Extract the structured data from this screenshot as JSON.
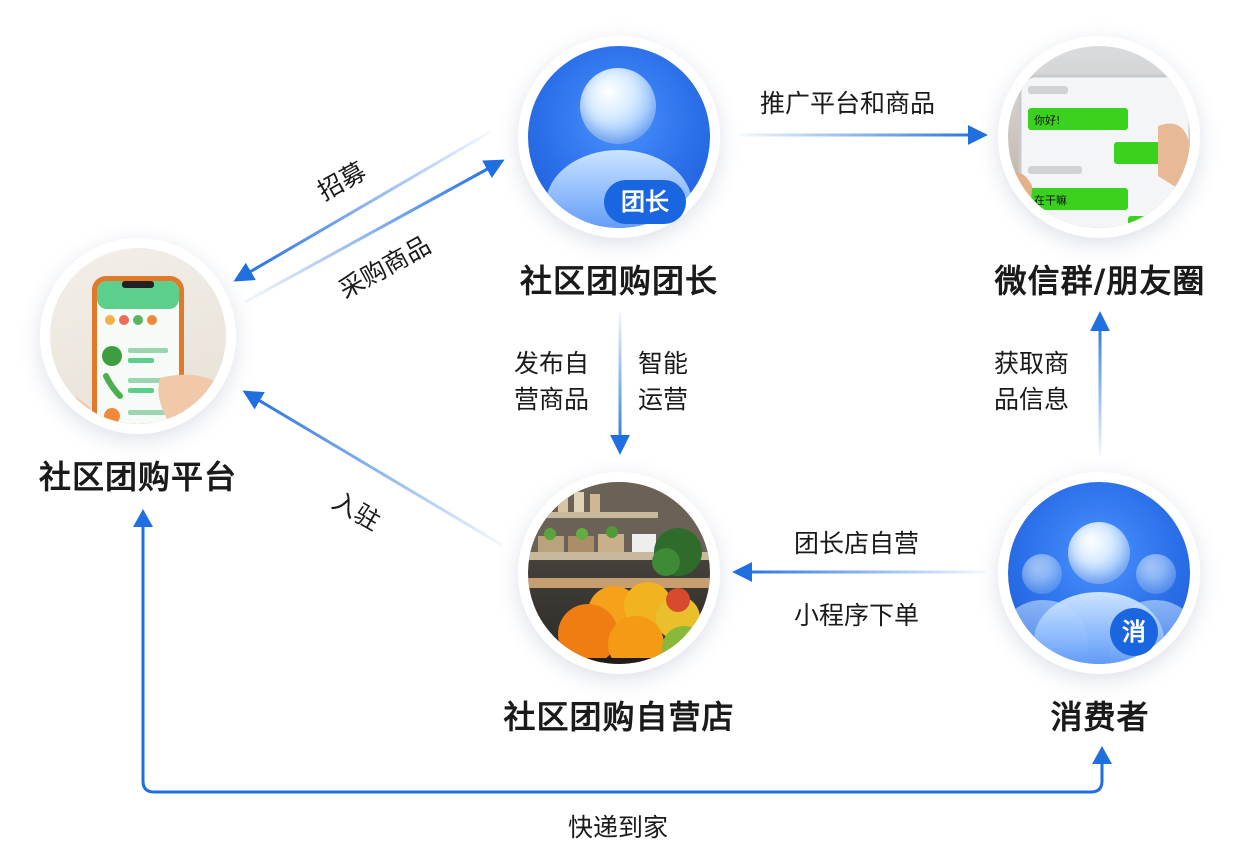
{
  "colors": {
    "arrow_blue": "#1f6fe0",
    "badge_blue": "#1a66e0",
    "chat_green": "#3ad11f"
  },
  "nodes": {
    "platform": {
      "title": "社区团购平台",
      "icon": "phone-grocery-app-image"
    },
    "leader": {
      "title": "社区团购团长",
      "badge": "团长",
      "icon": "person-avatar-icon"
    },
    "wechat": {
      "title": "微信群/朋友圈",
      "icon": "phone-chat-image",
      "chat_texts": [
        "你好!",
        "在干嘛"
      ]
    },
    "store": {
      "title": "社区团购自营店",
      "icon": "grocery-store-image"
    },
    "consumer": {
      "title": "消费者",
      "badge": "消",
      "icon": "people-avatar-icon"
    }
  },
  "edges": {
    "recruit": "招募",
    "purchase": "采购商品",
    "promote": "推广平台和商品",
    "publish": "发布自营商品",
    "smart_ops": "智能运营",
    "settle_in": "入驻",
    "get_info": "获取商品信息",
    "store_self": "团长店自营",
    "mini_order": "小程序下单",
    "delivery": "快递到家"
  }
}
